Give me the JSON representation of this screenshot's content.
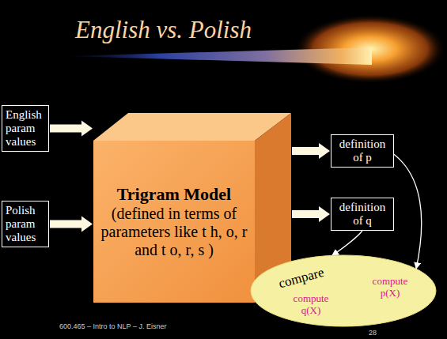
{
  "diagram": {
    "title": "English vs. Polish",
    "nodes": [
      {
        "text": [
          "English param values"
        ]
      },
      {
        "text": [
          "Polish param values"
        ]
      },
      {
        "text": [
          "Trigram Model",
          "(defined in terms of parameters like t h, o, r and t o, r, s )"
        ]
      },
      {
        "text": [
          "definition of p"
        ]
      },
      {
        "text": [
          "definition of q"
        ]
      },
      {
        "text": [
          "compare",
          "compute q(X)",
          "compute p(X)"
        ]
      }
    ],
    "edges": [
      {
        "from": 0,
        "to": 2,
        "arrow": "to"
      },
      {
        "from": 1,
        "to": 2,
        "arrow": "to"
      },
      {
        "from": 2,
        "to": 3,
        "arrow": "to"
      },
      {
        "from": 2,
        "to": 4,
        "arrow": "to"
      },
      {
        "from": 3,
        "to": 5,
        "arrow": "to"
      },
      {
        "from": 4,
        "to": 5,
        "arrow": "to"
      }
    ],
    "labels": [
      "600.465 – Intro to NLP – J. Eisner",
      "28"
    ]
  }
}
